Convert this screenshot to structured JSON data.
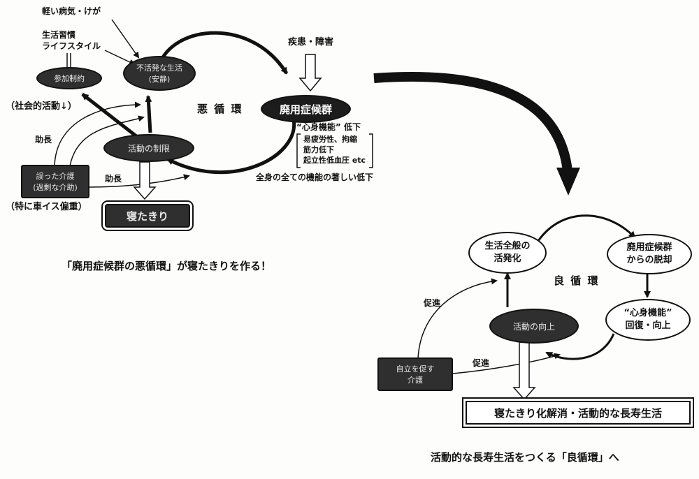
{
  "vicious": {
    "top_cause": "軽い病気・けが",
    "lifestyle_line1": "生活習慣",
    "lifestyle_line2": "ライフスタイル",
    "node_participation": "参加制約",
    "node_inactive_line1": "不活発な生活",
    "node_inactive_line2": "(安静)",
    "social_activity": "（社会的活動↓）",
    "cycle_label": "悪 循 環",
    "disease_label": "疾患・障害",
    "node_disuse": "廃用症候群",
    "mind_body_quote": "“心身機能”",
    "mind_body_drop": "低下",
    "bracket_items": [
      "易疲労性、拘縮",
      "筋力低下",
      "起立性低血圧 etc"
    ],
    "overall_decline": "全身の全ての機能の著しい低下",
    "promote_1": "助長",
    "promote_2": "助長",
    "node_activity_limit": "活動の制限",
    "node_wrong_care_line1": "誤った介護",
    "node_wrong_care_line2": "(過剰な介助)",
    "wheelchair_note": "（特に車イス偏重）",
    "node_bedridden": "寝たきり",
    "caption": "「廃用症候群の悪循環」が寝たきりを作る！"
  },
  "virtuous": {
    "node_activation_line1": "生活全般の",
    "node_activation_line2": "活発化",
    "node_escape_line1": "廃用症候群",
    "node_escape_line2": "からの脱却",
    "cycle_label": "良 循 環",
    "node_recovery_line1": "“心身機能”",
    "node_recovery_line2": "回復・向上",
    "node_activity_improve": "活動の向上",
    "promote_1": "促進",
    "promote_2": "促進",
    "node_independent_care_line1": "自立を促す",
    "node_independent_care_line2": "介護",
    "result_box": "寝たきり化解消・活動的な長寿生活",
    "caption": "活動的な長寿生活をつくる「良循環」へ"
  },
  "colors": {
    "ink": "#111111",
    "dark_node": "#2f2f2f",
    "dark_node_text": "#e8e8e8",
    "paper": "#fdfdfb"
  }
}
